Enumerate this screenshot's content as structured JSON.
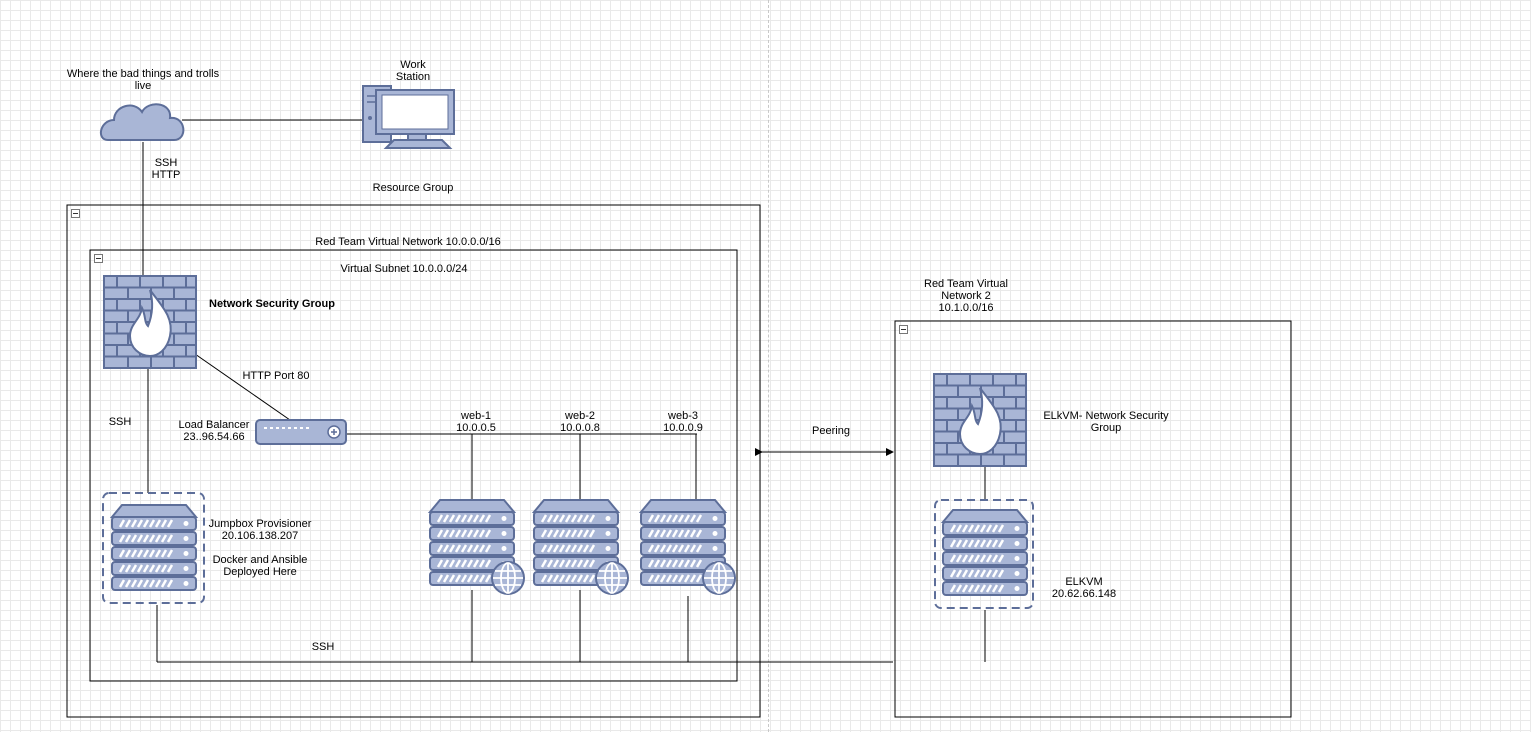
{
  "labels": {
    "internet": "Where the bad things and trolls\nlive",
    "workstation": "Work\nStation",
    "internet_protocols": "SSH\nHTTP",
    "resource_group": "Resource Group",
    "vnet1": "Red Team Virtual Network 10.0.0.0/16",
    "subnet": "Virtual Subnet 10.0.0.0/24",
    "nsg": "Network Security Group",
    "http_port": "HTTP Port 80",
    "ssh_left": "SSH",
    "load_balancer": "Load Balancer\n23..96.54.66",
    "jumpbox": "Jumpbox Provisioner\n20.106.138.207",
    "jumpbox_note": "Docker and Ansible\nDeployed Here",
    "ssh_bottom": "SSH",
    "web1": "web-1\n10.0.0.5",
    "web2": "web-2\n10.0.0.8",
    "web3": "web-3\n10.0.0.9",
    "peering": "Peering",
    "vnet2": "Red Team Virtual\nNetwork 2\n10.1.0.0/16",
    "elk_nsg": "ELkVM- Network Security\nGroup",
    "elkvm": "ELKVM\n20.62.66.148"
  },
  "colors": {
    "icon_fill": "#a9b6d6",
    "icon_stroke": "#5d6e99",
    "line": "#000000"
  }
}
